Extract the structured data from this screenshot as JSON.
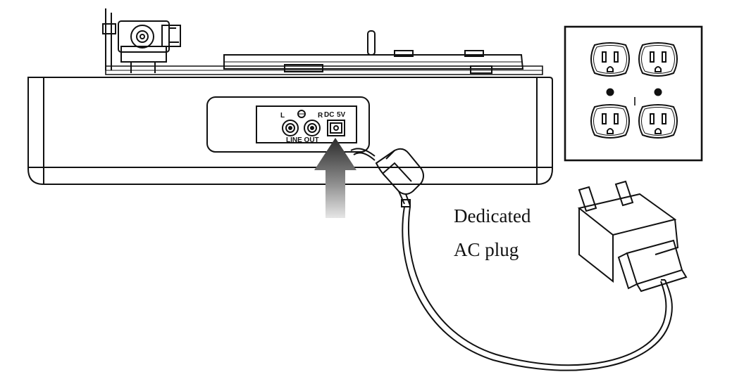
{
  "caption": {
    "line1": "Dedicated",
    "line2": "AC plug"
  },
  "rear_panel": {
    "left_label": "L",
    "right_label": "R",
    "line_out_label": "LINE OUT",
    "dc_label": "DC",
    "voltage_label": "5V"
  },
  "colors": {
    "stroke": "#111111",
    "arrow_top": "#2a2a2a",
    "arrow_bottom": "#e6e6e6",
    "background": "#ffffff"
  },
  "icons": {
    "arrow": "up-arrow-icon",
    "outlet": "wall-outlet-icon",
    "adapter": "power-adapter-icon",
    "turntable": "turntable-icon"
  }
}
